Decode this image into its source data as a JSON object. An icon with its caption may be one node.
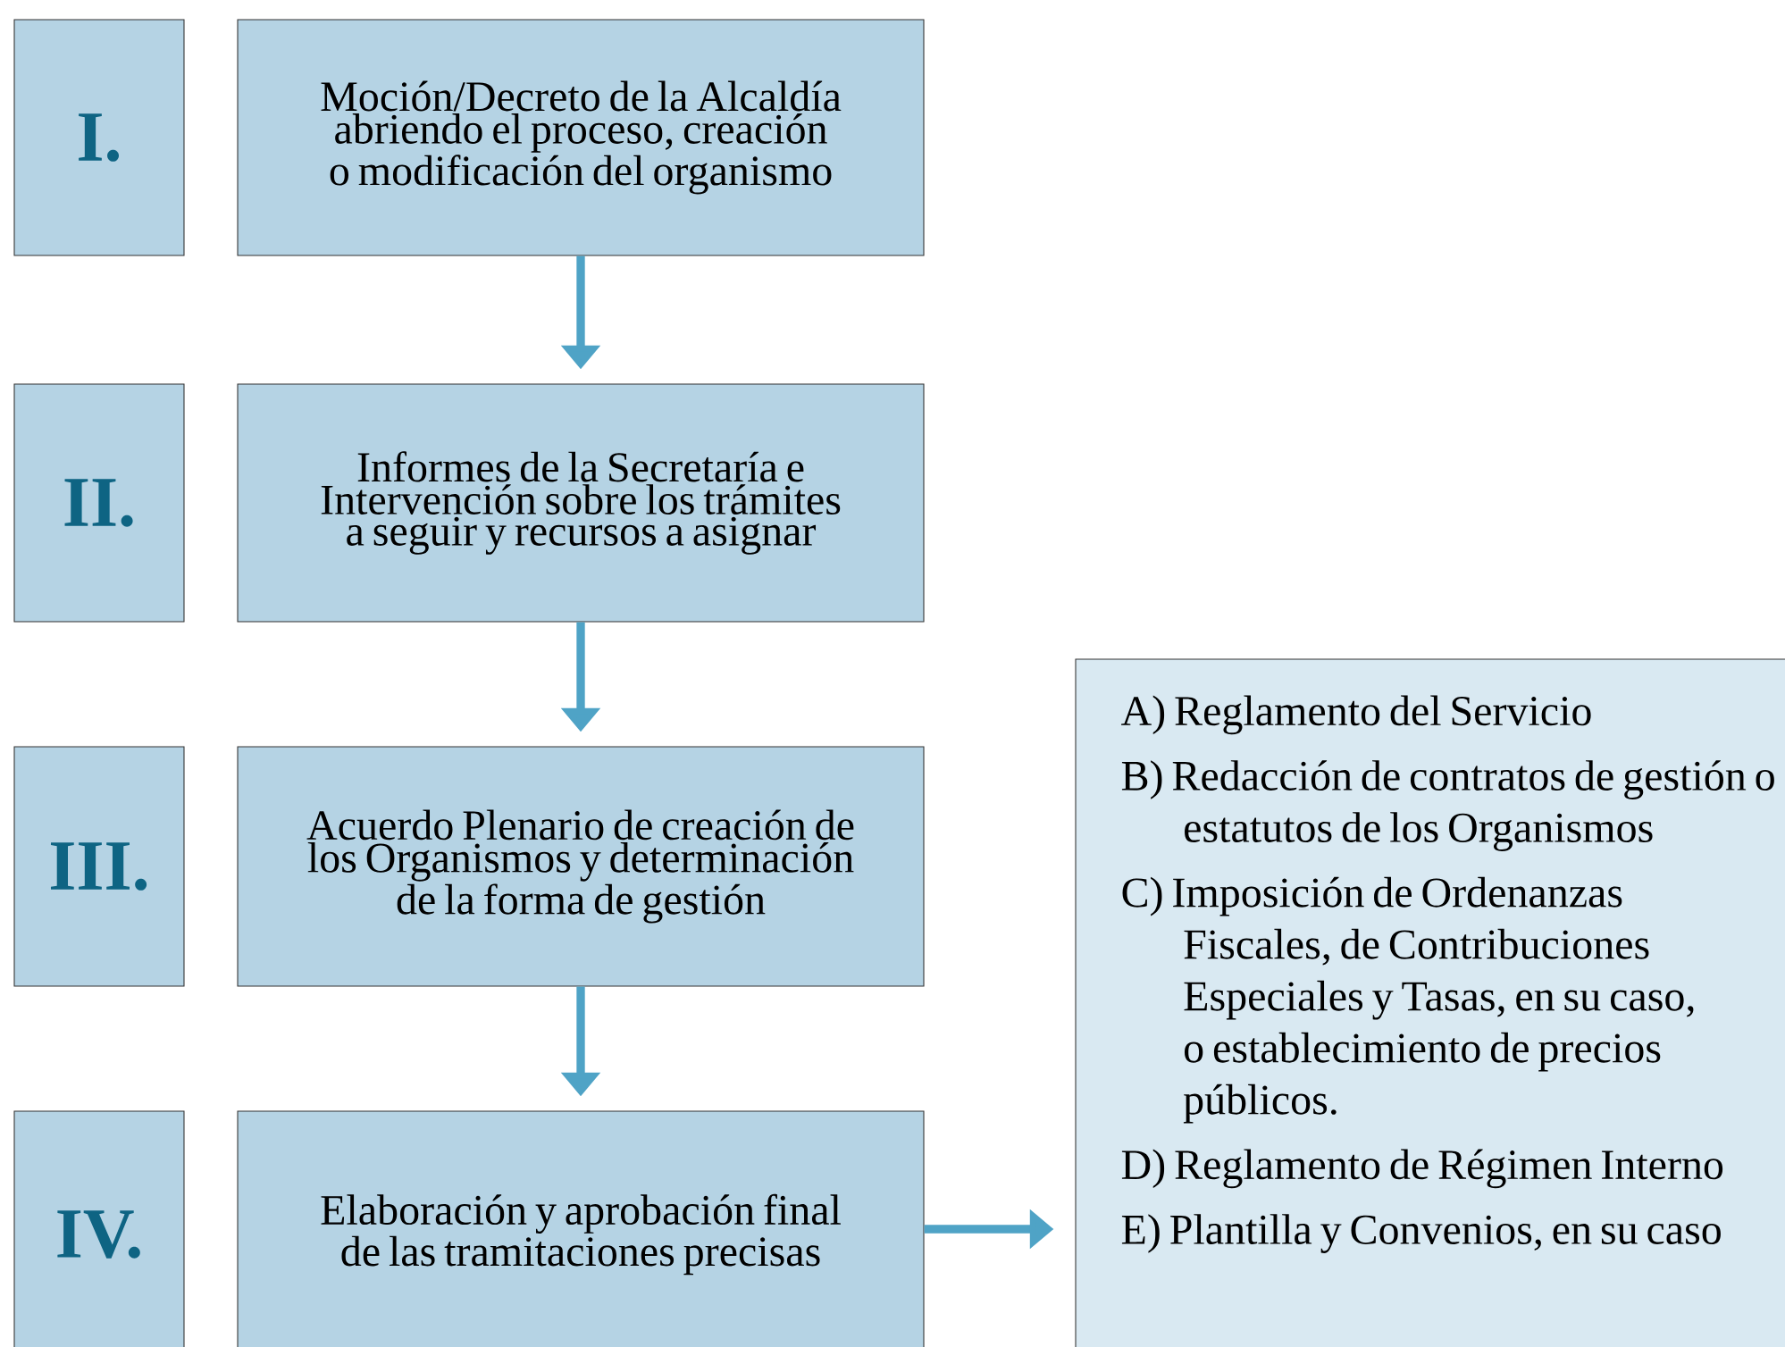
{
  "diagram": {
    "nodes": [
      {
        "text": [
          "I."
        ]
      },
      {
        "text": [
          "Moción/Decreto de la Alcaldía abriendo el proceso, creación o modificación del organismo"
        ]
      },
      {
        "text": [
          "II."
        ]
      },
      {
        "text": [
          "Informes de la Secretaría e Intervención sobre los trámites a seguir y recursos a asignar"
        ]
      },
      {
        "text": [
          "III."
        ]
      },
      {
        "text": [
          "Acuerdo Plenario de creación de los Organismos y determinación de la forma de gestión"
        ]
      },
      {
        "text": [
          "IV."
        ]
      },
      {
        "text": [
          "Elaboración y aprobación final de las tramitaciones precisas"
        ]
      },
      {
        "text": [
          "A) Reglamento del Servicio",
          "B) Redacción de contratos de gestión o estatutos de los Organismos",
          "C) Imposición de Ordenanzas Fiscales, de Contribuciones Especiales y Tasas, en su caso, o establecimiento de precios públicos.",
          "D) Reglamento de Régimen Interno",
          "E) Plantilla y Convenios, en su caso"
        ]
      }
    ],
    "edges": [
      {
        "from": 1,
        "to": 3,
        "arrow": "to"
      },
      {
        "from": 3,
        "to": 5,
        "arrow": "to"
      },
      {
        "from": 5,
        "to": 7,
        "arrow": "to"
      },
      {
        "from": 7,
        "to": 8,
        "arrow": "to"
      }
    ]
  }
}
